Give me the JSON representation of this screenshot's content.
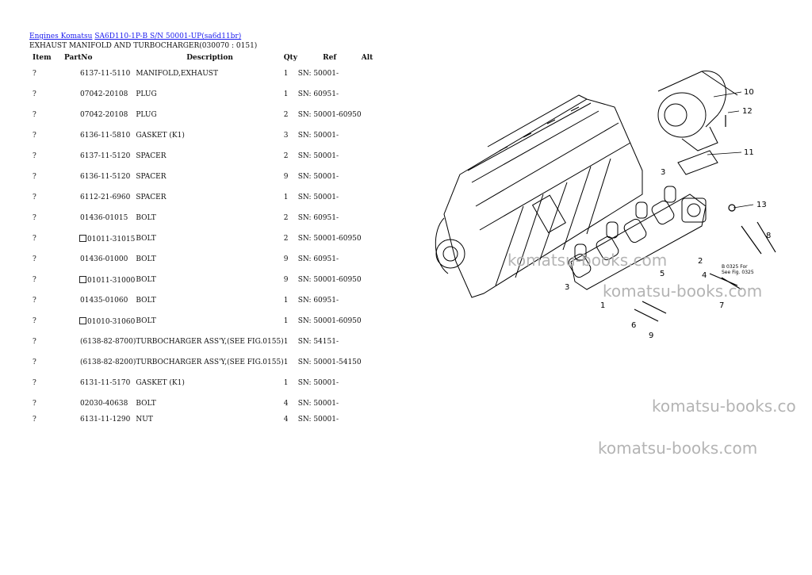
{
  "breadcrumb": {
    "link1": "Engines Komatsu",
    "link2": "SA6D110-1P-B S/N 50001-UP(sa6d11br)"
  },
  "subtitle": "EXHAUST MANIFOLD AND TURBOCHARGER(030070 : 0151)",
  "columns": [
    "Item",
    "PartNo",
    "Description",
    "Qty",
    "Ref",
    "Alt"
  ],
  "rows": [
    {
      "item": "?",
      "part": "6137-11-5110",
      "desc": "MANIFOLD,EXHAUST",
      "qty": "1",
      "ref": "SN: 50001-"
    },
    {
      "item": "?",
      "part": "07042-20108",
      "desc": "PLUG",
      "qty": "1",
      "ref": "SN: 60951-"
    },
    {
      "item": "?",
      "part": "07042-20108",
      "desc": "PLUG",
      "qty": "2",
      "ref": "SN: 50001-60950"
    },
    {
      "item": "?",
      "part": "6136-11-5810",
      "desc": "GASKET (K1)",
      "qty": "3",
      "ref": "SN: 50001-"
    },
    {
      "item": "?",
      "part": "6137-11-5120",
      "desc": "SPACER",
      "qty": "2",
      "ref": "SN: 50001-"
    },
    {
      "item": "?",
      "part": "6136-11-5120",
      "desc": "SPACER",
      "qty": "9",
      "ref": "SN: 50001-"
    },
    {
      "item": "?",
      "part": "6112-21-6960",
      "desc": "SPACER",
      "qty": "1",
      "ref": "SN: 50001-"
    },
    {
      "item": "?",
      "part": "01436-01015",
      "desc": "BOLT",
      "qty": "2",
      "ref": "SN: 60951-"
    },
    {
      "item": "?",
      "part": "01011-31015",
      "desc": "BOLT",
      "qty": "2",
      "ref": "SN: 50001-60950",
      "box": true
    },
    {
      "item": "?",
      "part": "01436-01000",
      "desc": "BOLT",
      "qty": "9",
      "ref": "SN: 60951-"
    },
    {
      "item": "?",
      "part": "01011-31000",
      "desc": "BOLT",
      "qty": "9",
      "ref": "SN: 50001-60950",
      "box": true
    },
    {
      "item": "?",
      "part": "01435-01060",
      "desc": "BOLT",
      "qty": "1",
      "ref": "SN: 60951-"
    },
    {
      "item": "?",
      "part": "01010-31060",
      "desc": "BOLT",
      "qty": "1",
      "ref": "SN: 50001-60950",
      "box": true
    },
    {
      "item": "?",
      "part": "(6138-82-8700)",
      "desc": "TURBOCHARGER ASS'Y,(SEE FIG.0155)",
      "qty": "1",
      "ref": "SN: 54151-"
    },
    {
      "item": "?",
      "part": "(6138-82-8200)",
      "desc": "TURBOCHARGER ASS'Y,(SEE FIG.0155)",
      "qty": "1",
      "ref": "SN: 50001-54150"
    },
    {
      "item": "?",
      "part": "6131-11-5170",
      "desc": "GASKET (K1)",
      "qty": "1",
      "ref": "SN: 50001-"
    },
    {
      "item": "?",
      "part": "02030-40638",
      "desc": "BOLT",
      "qty": "4",
      "ref": "SN: 50001-"
    },
    {
      "item": "?",
      "part": "6131-11-1290",
      "desc": "NUT",
      "qty": "4",
      "ref": "SN: 50001-"
    }
  ],
  "diagram": {
    "callouts": [
      "10",
      "12",
      "11",
      "3",
      "13",
      "8",
      "2",
      "4",
      "5",
      "7",
      "3",
      "1",
      "6",
      "9"
    ],
    "note_line1": "B 0325 For ",
    "note_line2": "See Fig. 0325"
  },
  "watermarks": [
    "komatsu-books.com",
    "komatsu-books.com",
    "komatsu-books.co",
    "komatsu-books.com"
  ]
}
